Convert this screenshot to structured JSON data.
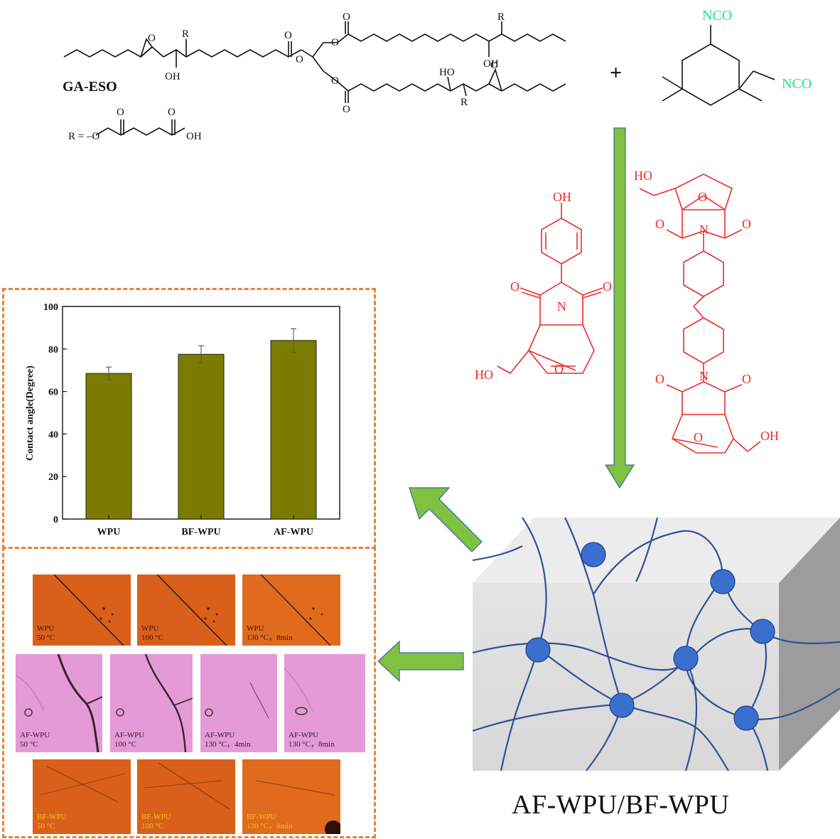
{
  "scheme": {
    "reactant_name": "GA-ESO",
    "r_label": "R =",
    "labels": {
      "oh": "OH",
      "ho": "HO",
      "o": "O",
      "r": "R",
      "nco": "NCO",
      "plus": "+"
    },
    "product_label": "AF-WPU/BF-WPU"
  },
  "chart_data": {
    "type": "bar",
    "categories": [
      "WPU",
      "BF-WPU",
      "AF-WPU"
    ],
    "values": [
      68.5,
      77.5,
      84.0
    ],
    "errors": [
      3.0,
      4.0,
      5.5
    ],
    "ylabel": "Contact angle(Degree)",
    "ylim": [
      0,
      100
    ],
    "yticks": [
      0,
      20,
      40,
      60,
      80,
      100
    ],
    "bar_color": "#7b7b00"
  },
  "micrographs": {
    "wpu": [
      {
        "caption": "WPU\n50 °C"
      },
      {
        "caption": "WPU\n100 °C"
      },
      {
        "caption": "WPU\n130 °C，8min"
      }
    ],
    "af": [
      {
        "caption": "AF-WPU\n50 °C"
      },
      {
        "caption": "AF-WPU\n100 °C"
      },
      {
        "caption": "AF-WPU\n130 °C，4min"
      },
      {
        "caption": "AF-WPU\n130 °C，8min"
      }
    ],
    "bf": [
      {
        "caption": "BF-WPU\n50 °C"
      },
      {
        "caption": "BF-WPU\n100 °C"
      },
      {
        "caption": "BF-WPU\n130 °C，8min"
      }
    ]
  },
  "colors": {
    "red_structure": "#ee2b2b",
    "nco_green": "#22e38a",
    "arrow_green": "#7fc140",
    "dash_orange": "#e8823a",
    "network_blue": "#2f4f96",
    "node_blue": "#3a6fd0",
    "wpu_orange": "#d9601a",
    "af_pink": "#e59ad8"
  }
}
